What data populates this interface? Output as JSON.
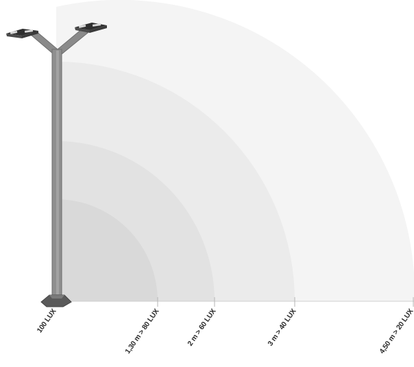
{
  "diagram": {
    "colors": {
      "zone_outer": "#f4f4f4",
      "zone_3": "#ebebeb",
      "zone_2": "#e2e2e2",
      "zone_1": "#d9d9d9",
      "tick": "#b5b5b5",
      "pole": "#8d8d8d",
      "pole_dark": "#6e6e6e",
      "lamp": "#3a3a3a"
    },
    "labels": [
      {
        "text": "100 LUX",
        "distance_m": 0,
        "lux": 100
      },
      {
        "text": "1,30 m > 80 LUX",
        "distance_m": 1.3,
        "lux": 80
      },
      {
        "text": "2 m > 60 LUX",
        "distance_m": 2,
        "lux": 60
      },
      {
        "text": "3 m > 40 LUX",
        "distance_m": 3,
        "lux": 40
      },
      {
        "text": "4,50 m > 20 LUX",
        "distance_m": 4.5,
        "lux": 20
      }
    ]
  }
}
